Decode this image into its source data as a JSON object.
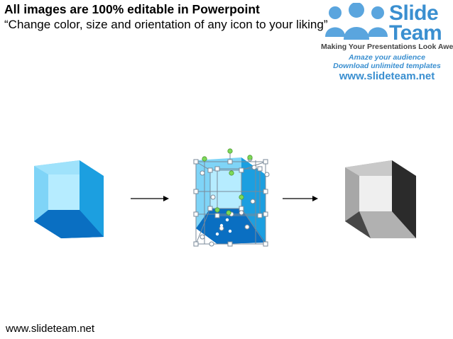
{
  "header": {
    "title": "All images are 100% editable in Powerpoint",
    "subtitle": "“Change color, size and orientation of any icon to your liking”"
  },
  "logo": {
    "brand_word_1": "Slide",
    "brand_word_2": "Team",
    "tagline": "Making Your Presentations Look Awesome",
    "line1": "Amaze your audience",
    "line2": "Download unlimited templates",
    "url": "www.slideteam.net",
    "icon": "people-group-icon"
  },
  "footer": {
    "url": "www.slideteam.net"
  },
  "icons": {
    "arrow_1": "right-arrow-icon",
    "arrow_2": "right-arrow-icon",
    "cube_original": "cube-icon",
    "cube_editing": "cube-editing-icon",
    "cube_recolored": "cube-icon"
  },
  "colors": {
    "cube_blue_left": "#7fd4f7",
    "cube_blue_mid": "#b6ecff",
    "cube_blue_top": "#9fe2fb",
    "cube_blue_right": "#1c9fe0",
    "cube_blue_bottom": "#0a6fc2",
    "cube_grey_left": "#a7a7a7",
    "cube_grey_mid": "#efefef",
    "cube_grey_top": "#c9c9c9",
    "cube_grey_right": "#2b2b2b",
    "cube_grey_bottom": "#474747",
    "handle_green": "#7ed957",
    "brand_blue": "#3a8fd0"
  }
}
